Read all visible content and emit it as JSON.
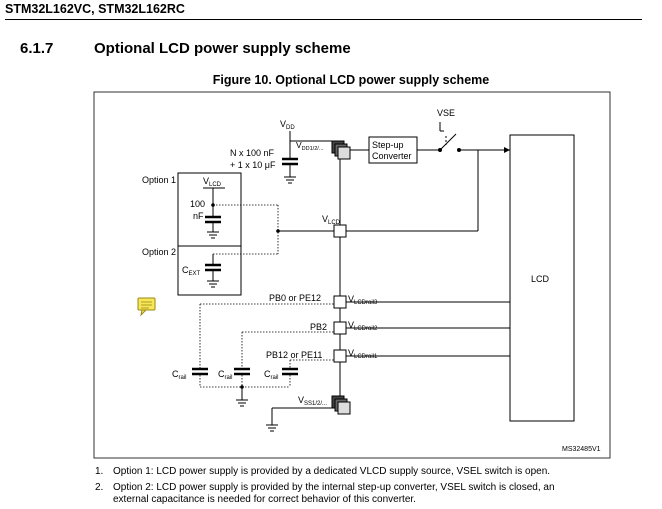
{
  "header": {
    "title": "STM32L162VC, STM32L162RC"
  },
  "section": {
    "number": "6.1.7",
    "title": "Optional LCD power supply scheme"
  },
  "figure": {
    "title": "Figure 10. Optional LCD power supply scheme",
    "labels": {
      "vdd": "V",
      "vdd_sub": "DD",
      "vdd12": "V",
      "vdd12_sub": "DD1/2/...",
      "cap_n100": "N x 100 nF",
      "cap_10u": "+ 1 x 10 μF",
      "stepup_1": "Step-up",
      "stepup_2": "Converter",
      "vse": "VSE",
      "option1": "Option 1",
      "option2": "Option 2",
      "vlcd_box": "V",
      "vlcd_box_sub": "LCD",
      "cap100_1": "100",
      "cap100_2": "nF",
      "vlcd_pin": "V",
      "vlcd_pin_sub": "LCD",
      "cext": "C",
      "cext_sub": "EXT",
      "lcd": "LCD",
      "pb0": "PB0 or PE12",
      "vrail3": "V",
      "vrail3_sub": "LCDrail3",
      "pb2": "PB2",
      "vrail2": "V",
      "vrail2_sub": "LCDrail2",
      "pb12": "PB12 or PE11",
      "vrail1": "V",
      "vrail1_sub": "LCDrail1",
      "crail_a": "C",
      "crail_a_sub": "rail",
      "crail_b": "C",
      "crail_b_sub": "rail",
      "crail_c": "C",
      "crail_c_sub": "rail",
      "vss": "V",
      "vss_sub": "SS1/2/...",
      "code": "MS32485V1"
    }
  },
  "notes": [
    {
      "num": "1.",
      "text": "Option 1: LCD power supply is provided by a dedicated VLCD supply source, VSEL switch is open."
    },
    {
      "num": "2.",
      "text": "Option 2: LCD power supply is provided by the internal step-up converter, VSEL switch is closed, an external capacitance is needed for correct behavior of this converter."
    }
  ],
  "icons": {
    "comment": "comment-note-icon"
  },
  "colors": {
    "comment_fill": "#f7e65a",
    "comment_stroke": "#9a8a10",
    "pin_fill": "#3a3a3a"
  }
}
